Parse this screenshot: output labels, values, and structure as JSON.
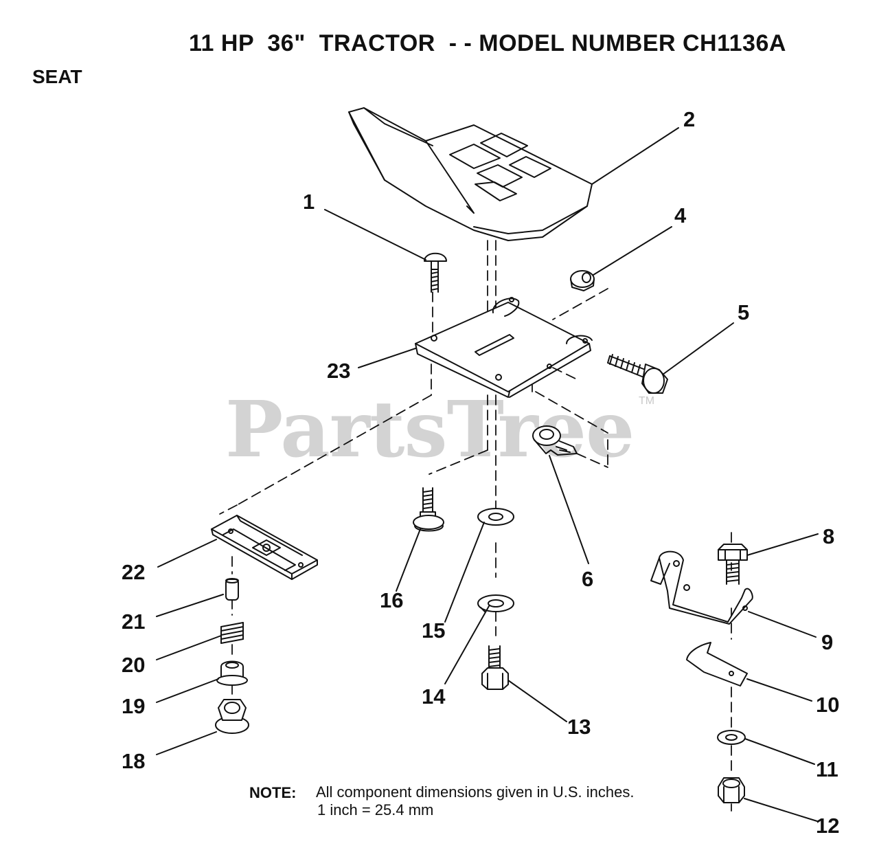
{
  "header": {
    "title": "11 HP  36\"  TRACTOR  - - MODEL NUMBER CH1136A",
    "section": "SEAT"
  },
  "watermark": {
    "text": "PartsTree",
    "tm": "TM"
  },
  "parts": {
    "p1": "1",
    "p2": "2",
    "p4": "4",
    "p5": "5",
    "p6": "6",
    "p8": "8",
    "p9": "9",
    "p10": "10",
    "p11": "11",
    "p12": "12",
    "p13": "13",
    "p14": "14",
    "p15": "15",
    "p16": "16",
    "p18": "18",
    "p19": "19",
    "p20": "20",
    "p21": "21",
    "p22": "22",
    "p23": "23"
  },
  "note": {
    "label": "NOTE:",
    "line1": "All component dimensions given in U.S. inches.",
    "line2": "1 inch = 25.4 mm"
  }
}
